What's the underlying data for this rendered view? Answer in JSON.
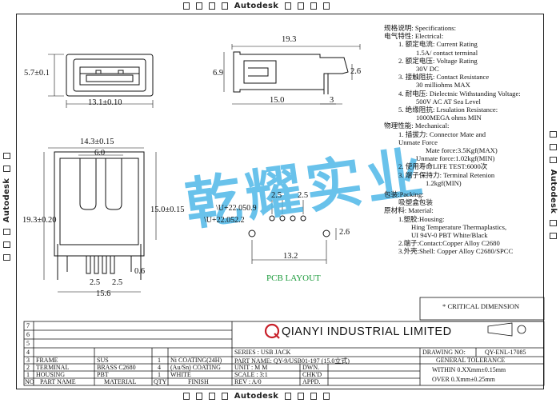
{
  "watermark_band": {
    "text": "Autodesk"
  },
  "watermark_logo": {
    "text": "乾耀实业"
  },
  "dims": {
    "d_19_3_top": "19.3",
    "d_6_9": "6.9",
    "d_2_6_side": "2.6",
    "d_15_0": "15.0",
    "d_3": "3",
    "d_5_7": "5.7±0.1",
    "d_13_1": "13.1±0.10",
    "d_14_3": "14.3±0.15",
    "d_6_0": "6.0",
    "d_19_3_left": "19.3±0.20",
    "d_15_0_right": "15.0±0.15",
    "d_2_5_a": "2.5",
    "d_2_5_b": "2.5",
    "d_0_6": "0.6",
    "d_15_6": "15.6",
    "d_pcb_2_5_a": "2.5",
    "d_pcb_2_5_b": "2.5",
    "d_pcb_hole_a": "\\U+22.050.9",
    "d_pcb_hole_b": "\\U+22.052.2",
    "d_pcb_2_6": "2.6",
    "d_pcb_13_2": "13.2"
  },
  "pcb_label": "PCB LAYOUT",
  "specs": [
    "规格说明: Specifications:",
    "电气特性: Electrical:",
    "1. 额定电流: Current  Rating",
    "1.5A/ contact  terminal",
    "2. 额定电压: Voltage  Rating",
    "30V  DC",
    "3. 接触阻抗: Contact  Resistance",
    "30 milliohms  MAX",
    "4. 耐电压: Dielectnic  Withstanding  Voltage:",
    "500V  AC  AT  Sea  Level",
    "5. 绝缘阻抗: Lrsulation  Resistance:",
    "1000MEGA  ohms  MIN",
    "物理性能: Mechanical:",
    "1. 插拔力: Connector  Mate and",
    "Unmate  Force",
    "Mate  force:3.5Kgf(MAX)",
    "Unmate  force:1.02kgf(MIN)",
    "2. 使用寿命LIFE TEST:6000次",
    "3. 端子保持力: Terminal  Retenion",
    "1.2kgf(MIN)",
    "包装:Packing:",
    "吸塑盒包装",
    "原材料: Material:",
    "1.塑胶:Housing:",
    "Hing Temperature  Thermaplastics,",
    "UI 94V-0  PBT White/Black",
    "2.端子:Contact:Copper Alloy C2680",
    "3.外壳:Shell: Copper Alloy C2680/SPCC"
  ],
  "critical": "* CRITICAL  DIMENSION",
  "title_block": {
    "company": "QIANYI  INDUSTRIAL  LIMITED",
    "rows": [
      {
        "no": "7",
        "part": "",
        "material": "",
        "qty": "",
        "color": ""
      },
      {
        "no": "6",
        "part": "",
        "material": "",
        "qty": "",
        "color": ""
      },
      {
        "no": "5",
        "part": "",
        "material": "",
        "qty": "",
        "color": ""
      },
      {
        "no": "4",
        "part": "",
        "material": "",
        "qty": "",
        "color": ""
      },
      {
        "no": "3",
        "part": "FRAME",
        "material": "SUS",
        "qty": "1",
        "color": "Ni COATING(24H)"
      },
      {
        "no": "2",
        "part": "TERMINAL",
        "material": "BRASS C2680",
        "qty": "4",
        "color": "(Au/Sn) COATING"
      },
      {
        "no": "1",
        "part": "HOUSING",
        "material": "PBT",
        "qty": "1",
        "color": "WHITE"
      }
    ],
    "header": {
      "no": "NO",
      "part": "PART NAME",
      "material": "MATERIAL",
      "qty": "QTY",
      "color": "FINISH"
    },
    "series": "SERIES : USB JACK",
    "part_name": "PART NAME: QY-9/USB01-197  (15.0立式)",
    "unit": "UNIT : M M",
    "scale": "SCALE : 3:1",
    "rev": "REV  : A/0",
    "dwn": "DWN.",
    "chkd": "CHK'D",
    "appd": "APPD.",
    "drawing_no_label": "DRAWING NO:",
    "drawing_no": "QY-ENL-17085",
    "general_tol": "GENERAL TOLERANCE",
    "within": "WITHIN  0.XXmm±0.15mm",
    "over": "OVER   0.Xmm±0.25mm"
  }
}
